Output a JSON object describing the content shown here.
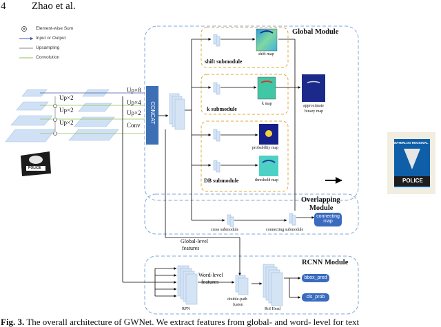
{
  "header": {
    "page_number": "4",
    "authors": "Zhao et al."
  },
  "legend": {
    "elementwise_sum": "Element-wise Sum",
    "input_output": "Input or Output",
    "upsampling": "Upsampling",
    "convolution": "Convolution"
  },
  "backbone_ops": [
    "Up×8",
    "Up×4",
    "Up×2",
    "Conv"
  ],
  "fpn_ops": [
    "Up×2",
    "Up×2",
    "Up×2"
  ],
  "concat_label": "CONCAT",
  "input_image_text": "POLICE",
  "output_image_text": {
    "top": "WATERLOO REGIONAL",
    "bottom": "POLICE"
  },
  "global_module": {
    "title": "Global Module",
    "shift_submodule": "shift submodule",
    "shift_map": "shift map",
    "k_submodule": "k submodule",
    "k_map": "k map",
    "approx_binary_map": [
      "approximate",
      "binary map"
    ],
    "db_submodule": "DB submodule",
    "probability_map": "probability map",
    "threshold_map": "threshold map"
  },
  "overlapping_module": {
    "title": [
      "Overlapping",
      "Module"
    ],
    "cross_submodule": "cross submodule",
    "connecting_submodule": "connecting submodule",
    "connecting_map": [
      "connecting",
      "map"
    ]
  },
  "global_level_features": [
    "Global-level",
    "features"
  ],
  "rcnn_module": {
    "title": "RCNN Module",
    "rpn": "RPN",
    "word_level_features": [
      "Word-level",
      "features"
    ],
    "double_path_fusion": [
      "double-path",
      "fusion"
    ],
    "roi_head": "RoI Head",
    "bbox_pred": "bbox_pred",
    "cls_prob": "cls_prob"
  },
  "caption": {
    "label": "Fig. 3.",
    "text": "The overall architecture of GWNet. We extract features from global- and word- level for text"
  },
  "colors": {
    "module_border": "#7da7d9",
    "input_output_arrow": "#3d5aa8",
    "upsampling_line": "#8a8a8a",
    "convolution_line": "#8cc152",
    "concat_fill": "#3d6fb5",
    "pill_fill": "#3a6bbf",
    "feature_block": "#d5e4f4"
  }
}
